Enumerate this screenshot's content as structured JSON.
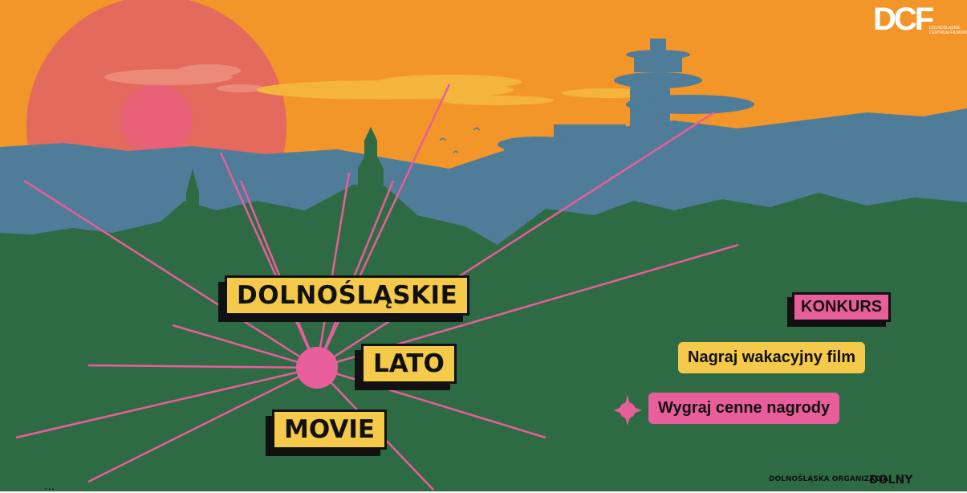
{
  "title_lines": [
    "DOLNOŚLĄSKIE",
    "LATO",
    "MOVIE"
  ],
  "tags": {
    "konkurs": "KONKURS",
    "nagraj": "Nagraj wakacyjny film",
    "wygraj": "Wygraj cenne nagrody"
  },
  "logo": {
    "mark": "DCF",
    "subtitle": "DOLNOŚLĄSKIE CENTRUM FILMOWE"
  },
  "footer": {
    "left_text": "...",
    "organizacja": "DOLNOŚLĄSKA ORGANIZACJA",
    "dolny": "DOLNY"
  },
  "colors": {
    "sky": "#f3962a",
    "sun": "#e36a5c",
    "mountains": "#4f7c98",
    "forest": "#2e6b45",
    "pink": "#e85e9a",
    "yellow": "#f5c94a"
  }
}
